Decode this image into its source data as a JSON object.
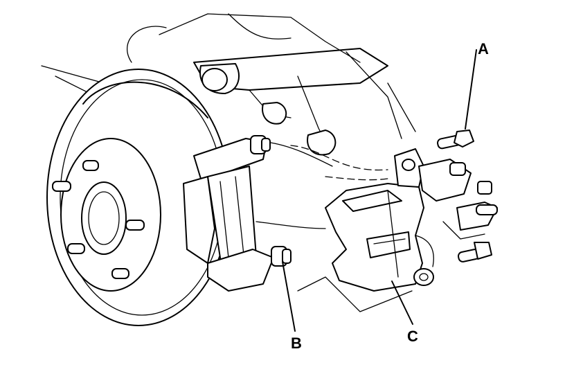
{
  "callouts": {
    "a": {
      "label": "A"
    },
    "b": {
      "label": "B"
    },
    "c": {
      "label": "C"
    }
  }
}
